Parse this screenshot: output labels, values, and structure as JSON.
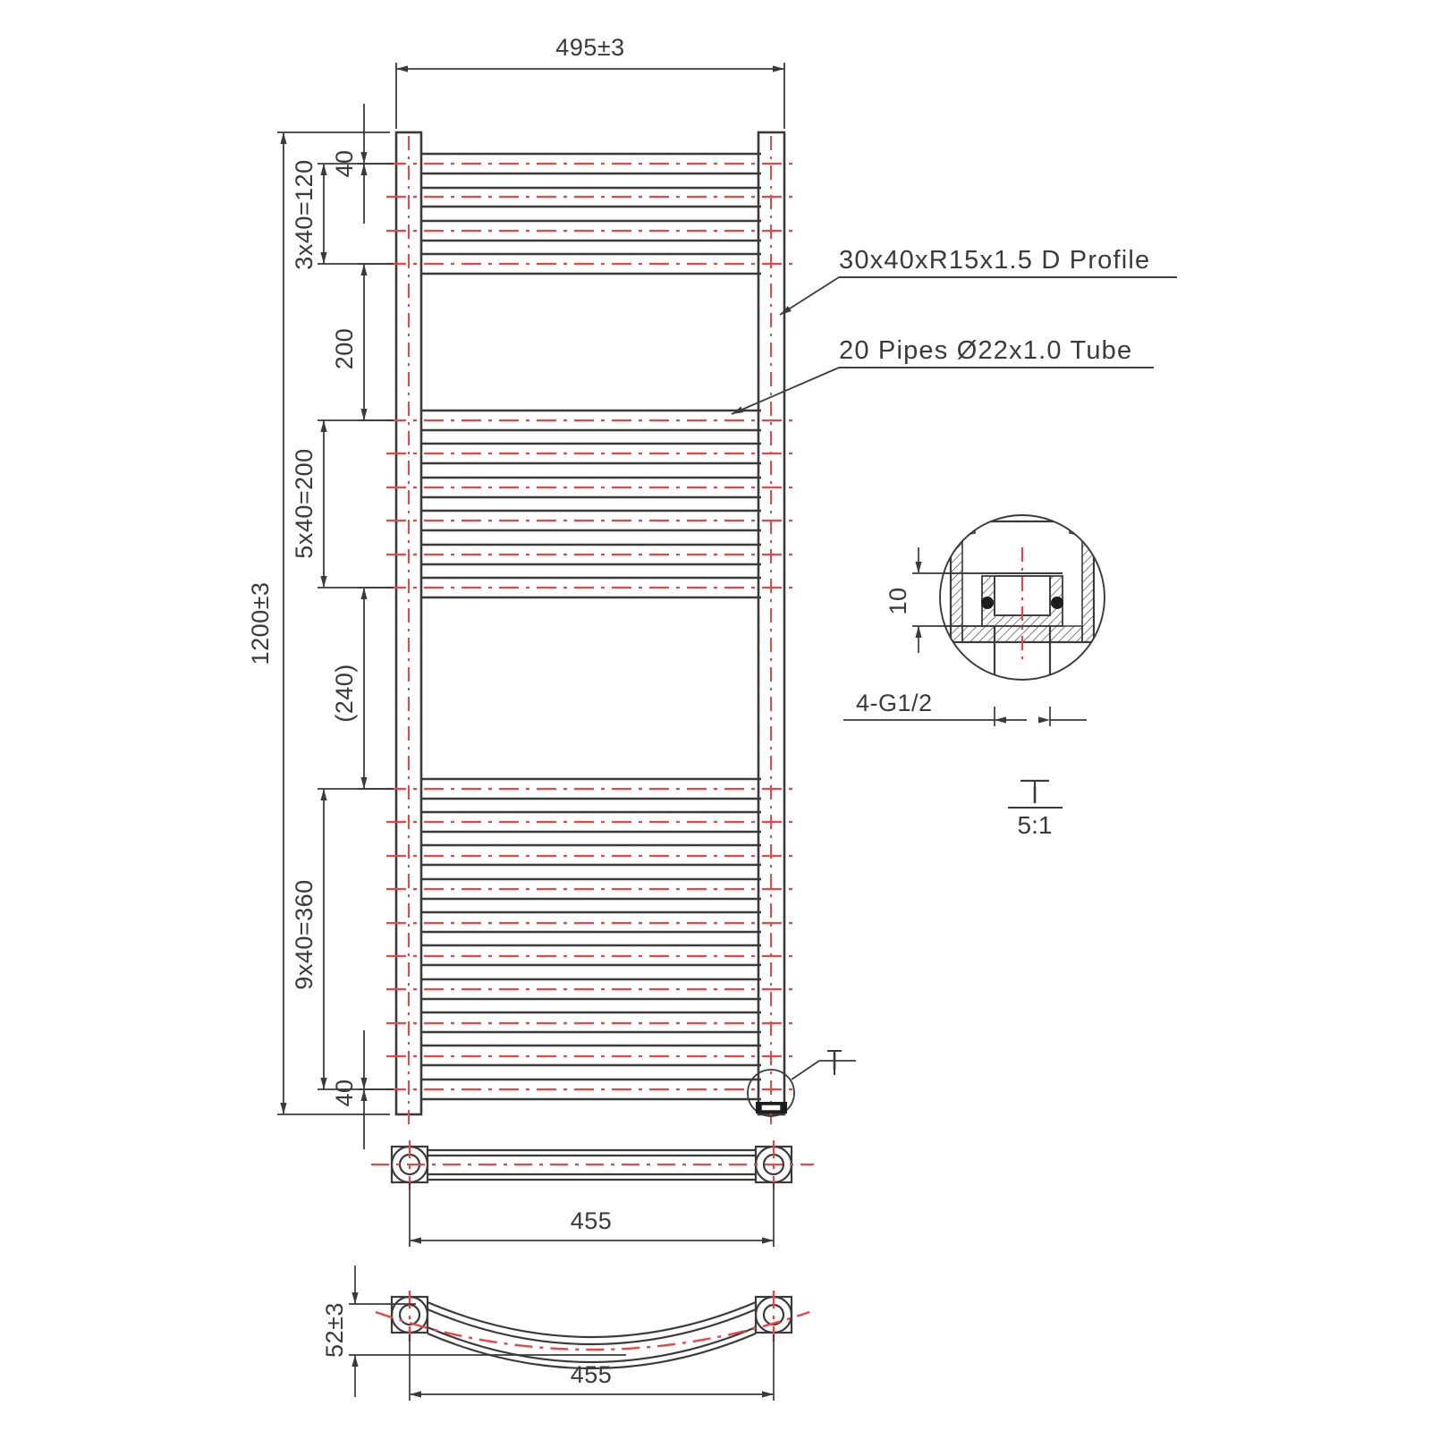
{
  "drawing": {
    "type": "engineering-drawing",
    "subject": "Curved towel rail radiator",
    "units": "mm"
  },
  "front_view": {
    "width_dim": "495±3",
    "height_dim": "1200±3",
    "vertical_stack": [
      {
        "label": "40",
        "value": 40,
        "kind": "offset-top"
      },
      {
        "label": "3x40=120",
        "value": 120,
        "kind": "pitch-group",
        "count": 3
      },
      {
        "label": "200",
        "value": 200,
        "kind": "gap"
      },
      {
        "label": "5x40=200",
        "value": 200,
        "kind": "pitch-group",
        "count": 5
      },
      {
        "label": "(240)",
        "value": 240,
        "kind": "reference-gap"
      },
      {
        "label": "9x40=360",
        "value": 360,
        "kind": "pitch-group",
        "count": 9
      },
      {
        "label": "40",
        "value": 40,
        "kind": "offset-bottom"
      }
    ],
    "pipe_groups": [
      {
        "name": "upper",
        "pipes": 4
      },
      {
        "name": "middle",
        "pipes": 6
      },
      {
        "name": "lower",
        "pipes": 10
      }
    ],
    "total_pipes": 20
  },
  "annotations": [
    {
      "id": "profile-note",
      "text": "30x40xR15x1.5  D Profile"
    },
    {
      "id": "pipes-note",
      "text": "20 Pipes Ø22x1.0 Tube"
    }
  ],
  "detail_view": {
    "marker": "I",
    "scale": "5:1",
    "wall_dim": "10",
    "thread_callout": "4-G1/2"
  },
  "top_view": {
    "width_dim": "455"
  },
  "curved_view": {
    "width_dim": "455",
    "depth_dim": "52±3"
  },
  "colors": {
    "line": "#3a3a3a",
    "centerline": "#ef4444",
    "background": "#ffffff"
  }
}
